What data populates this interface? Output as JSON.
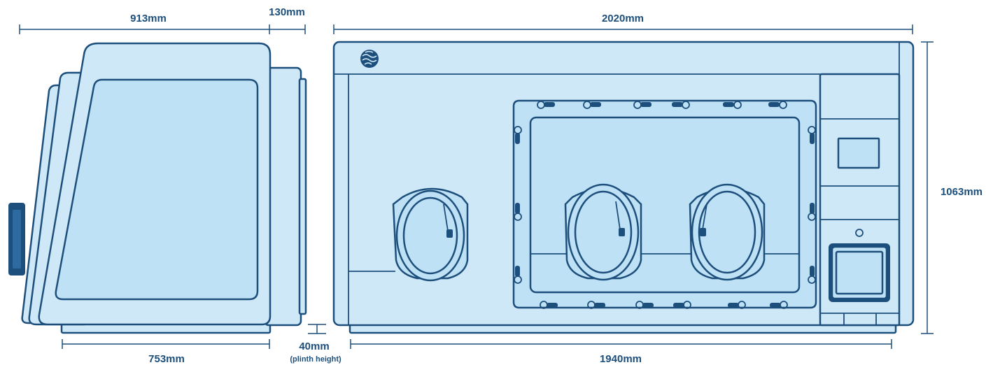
{
  "dimensions": {
    "side_depth": "913mm",
    "side_rear": "130mm",
    "side_base": "753mm",
    "plinth": "40mm",
    "plinth_note": "(plinth height)",
    "front_width": "2020mm",
    "front_base": "1940mm",
    "front_height": "1063mm"
  },
  "icons": {
    "logo": "globe-logo-icon"
  },
  "colors": {
    "line": "#1d4f7c",
    "fill": "#cfe8f8",
    "panel": "#bfe1f6"
  }
}
